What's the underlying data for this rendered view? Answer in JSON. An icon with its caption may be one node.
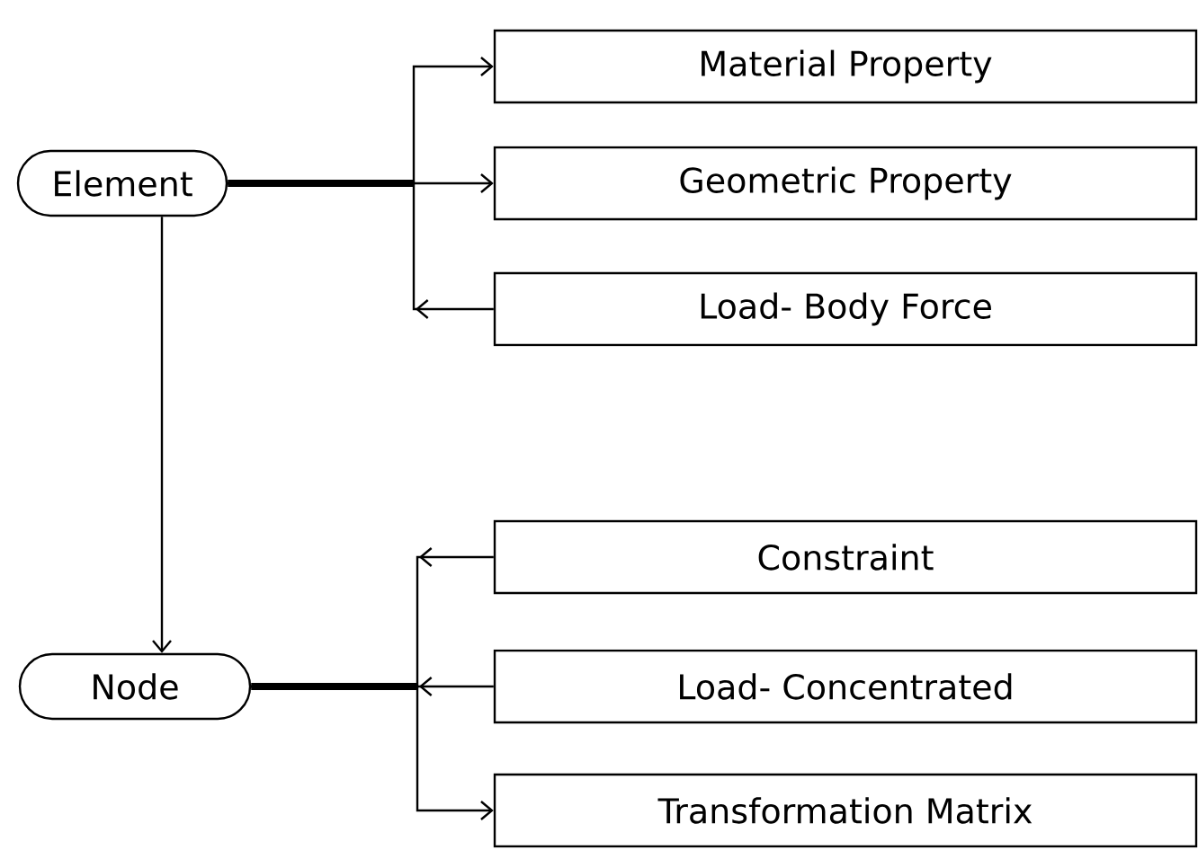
{
  "diagram": {
    "nodes": [
      {
        "text": [
          "Element"
        ]
      },
      {
        "text": [
          "Material Property"
        ]
      },
      {
        "text": [
          "Geometric Property"
        ]
      },
      {
        "text": [
          "Load- Body Force"
        ]
      },
      {
        "text": [
          "Node"
        ]
      },
      {
        "text": [
          "Constraint"
        ]
      },
      {
        "text": [
          "Load- Concentrated"
        ]
      },
      {
        "text": [
          "Transformation Matrix"
        ]
      }
    ],
    "edges": [
      {
        "from": 0,
        "to": 1,
        "arrow": "to"
      },
      {
        "from": 0,
        "to": 2,
        "arrow": "to"
      },
      {
        "from": 3,
        "to": 0,
        "arrow": "to"
      },
      {
        "from": 0,
        "to": 4,
        "arrow": "to"
      },
      {
        "from": 5,
        "to": 4,
        "arrow": "to"
      },
      {
        "from": 6,
        "to": 4,
        "arrow": "to"
      },
      {
        "from": 4,
        "to": 7,
        "arrow": "to"
      }
    ]
  }
}
